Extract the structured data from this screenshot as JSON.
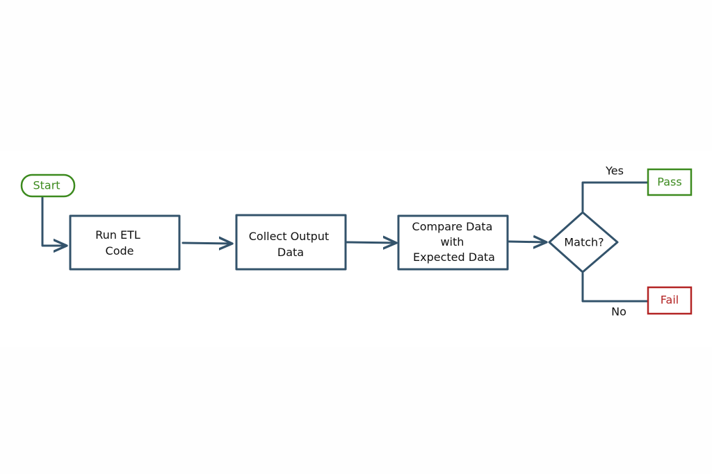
{
  "diagram": {
    "nodes": {
      "start": "Start",
      "run_etl": [
        "Run ETL",
        "Code"
      ],
      "collect": [
        "Collect Output",
        "Data"
      ],
      "compare": [
        "Compare Data",
        "with",
        "Expected Data"
      ],
      "match": "Match?",
      "pass": "Pass",
      "fail": "Fail"
    },
    "edge_labels": {
      "yes": "Yes",
      "no": "No"
    },
    "colors": {
      "stroke": "#33536b",
      "start_and_pass": "#3c8a1e",
      "fail": "#b32424",
      "text": "#111111"
    }
  }
}
